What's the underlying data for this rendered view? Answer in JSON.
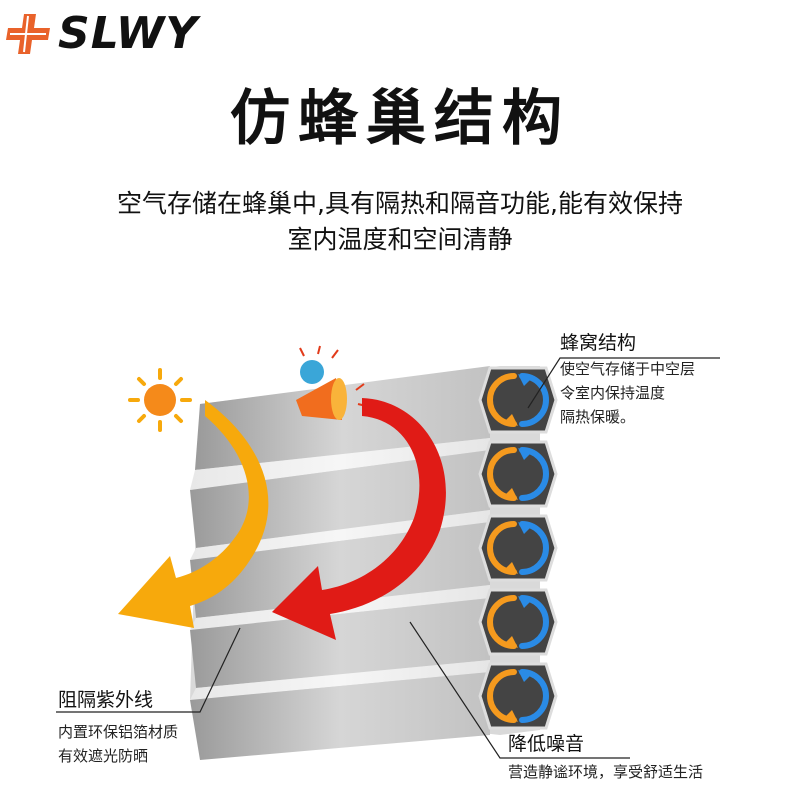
{
  "brand": {
    "name": "SLWY",
    "icon": "cross-plus-logo",
    "color": "#e9622a"
  },
  "title": "仿蜂巢结构",
  "subtitle": {
    "line1": "空气存储在蜂巢中,具有隔热和隔音功能,能有效保持",
    "line2": "室内温度和空间清静"
  },
  "callouts": {
    "honeycomb": {
      "heading": "蜂窝结构",
      "lines": [
        "使空气存储于中空层",
        "令室内保持温度",
        "隔热保暖。"
      ]
    },
    "uv": {
      "heading": "阻隔紫外线",
      "lines": [
        "内置环保铝箔材质",
        "有效遮光防晒"
      ]
    },
    "noise": {
      "heading": "降低噪音",
      "lines": [
        "营造静谧环境，享受舒适生活"
      ]
    }
  },
  "icons": [
    "sun-icon",
    "loudspeaker-icon",
    "circular-arrows-icon"
  ],
  "colors": {
    "sun_arrow": "#f7a90c",
    "noise_arrow": "#e01b16",
    "cycle_orange": "#f59a1e",
    "cycle_blue": "#2a8be6",
    "panel": "#b3b3b3"
  }
}
